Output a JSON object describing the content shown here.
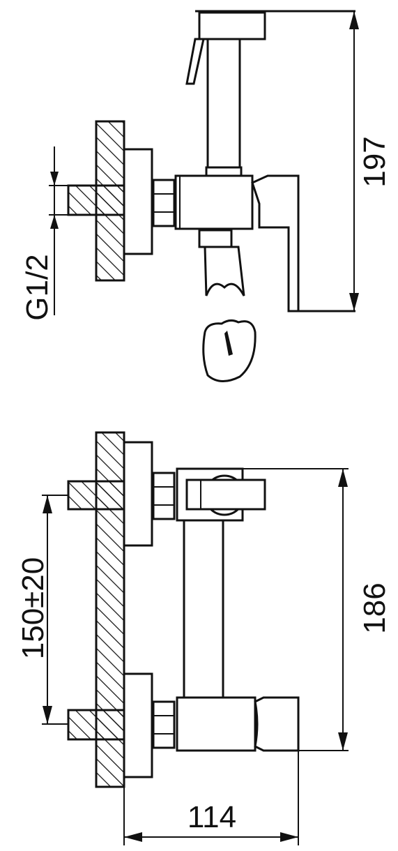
{
  "dimensions": {
    "top_view_height": "197",
    "thread_size": "G1/2",
    "inlet_spacing": "150±20",
    "front_view_height": "186",
    "depth": "114"
  },
  "colors": {
    "line": "#111111",
    "background": "#ffffff"
  }
}
